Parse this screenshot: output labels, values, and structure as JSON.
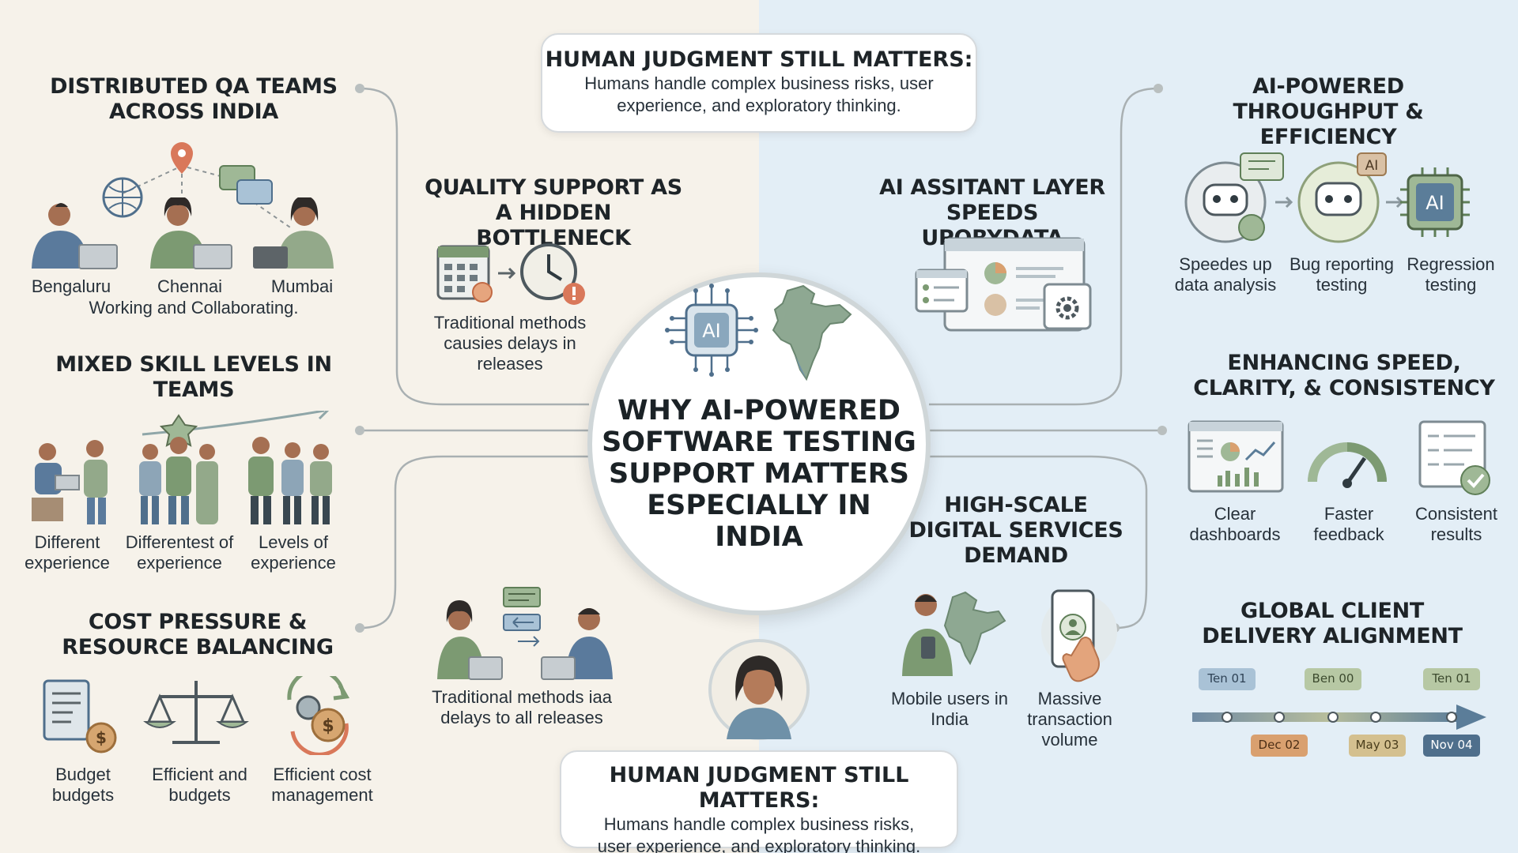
{
  "center": {
    "ai_chip_label": "AI",
    "title": "WHY AI-POWERED SOFTWARE TESTING SUPPORT MATTERS ESPECIALLY IN INDIA"
  },
  "top_callout": {
    "title": "HUMAN JUDGMENT STILL MATTERS:",
    "body": "Humans handle complex business risks, user experience, and exploratory thinking."
  },
  "bottom_callout": {
    "title": "HUMAN JUDGMENT STILL MATTERS:",
    "body": "Humans handle complex business risks, user experience, and exploratory thinking."
  },
  "distributed": {
    "title": "DISTRIBUTED QA TEAMS ACROSS INDIA",
    "cities": [
      "Bengaluru",
      "Chennai",
      "Mumbai"
    ],
    "caption": "Working and Collaborating."
  },
  "quality": {
    "title": "QUALITY SUPPORT AS A HIDDEN BOTTLENECK",
    "caption": "Traditional methods causies delays in releases"
  },
  "mixed": {
    "title": "MIXED SKILL LEVELS IN TEAMS",
    "items": [
      "Different experience",
      "Differentest of experience",
      "Levels of experience"
    ]
  },
  "cost": {
    "title": "COST PRESSURE & RESOURCE BALANCING",
    "items": [
      "Budget budgets",
      "Efficient and budgets",
      "Efficient cost management"
    ]
  },
  "collab": {
    "caption": "Traditional methods iaa delays to all releases"
  },
  "assistant": {
    "title": "AI ASSITANT LAYER SPEEDS UPORYDATA"
  },
  "throughput": {
    "title": "AI-POWERED THROUGHPUT & EFFICIENCY",
    "ai_badge": "AI",
    "chip_label": "AI",
    "items": [
      "Speedes up data analysis",
      "Bug reporting testing",
      "Regression testing"
    ]
  },
  "enhancing": {
    "title": "ENHANCING SPEED, CLARITY, & CONSISTENCY",
    "items": [
      "Clear dashboards",
      "Faster feedback",
      "Consistent results"
    ]
  },
  "highscale": {
    "title": "HIGH-SCALE DIGITAL SERVICES DEMAND",
    "items": [
      "Mobile users in India",
      "Massive transaction volume"
    ]
  },
  "global": {
    "title": "GLOBAL CLIENT DELIVERY ALIGNMENT",
    "top_labels": [
      "Ten 01",
      "Ben 00",
      "Ten 01"
    ],
    "bottom_labels": [
      "Dec 02",
      "May 03",
      "Nov 04"
    ]
  },
  "colors": {
    "left_bg": "#f6f2ea",
    "right_bg": "#e3eef6",
    "green": "#7c9a72",
    "blue": "#5b7d99",
    "orange": "#d98a5a"
  }
}
